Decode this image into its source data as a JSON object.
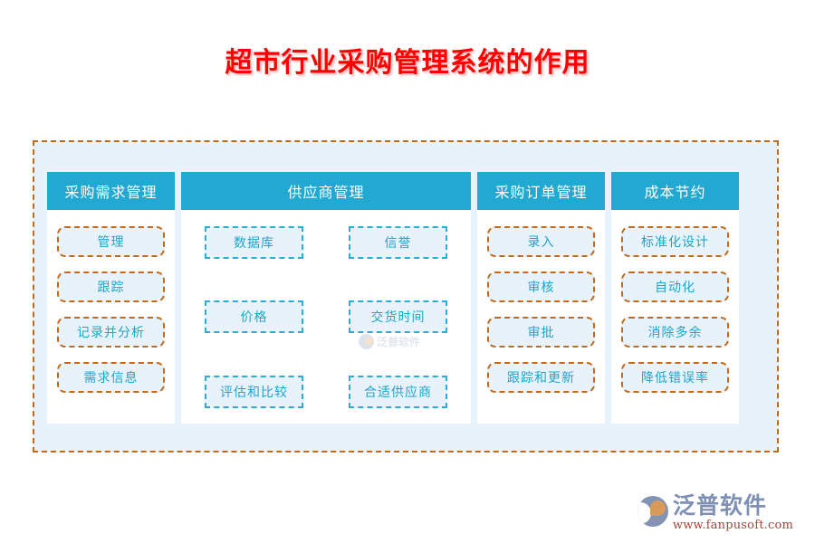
{
  "page": {
    "title": "超市行业采购管理系统的作用",
    "title_color": "#FF0000",
    "background": "#FFFFFF"
  },
  "theme": {
    "header_blue": "#21A9D1",
    "item_fill": "#E7F2FB",
    "item_text": "#1FA5CE",
    "orange_dash": "#C2691A",
    "blue_dash": "#2BADD6",
    "frame_fill": "#E7F2FB"
  },
  "diagram": {
    "panels": [
      {
        "header": "采购需求管理",
        "style": "orange",
        "items": [
          "管理",
          "跟踪",
          "记录并分析",
          "需求信息"
        ]
      },
      {
        "header": "供应商管理",
        "style": "blue",
        "items": [
          "数据库",
          "信誉",
          "价格",
          "交货时间",
          "评估和比较",
          "合适供应商"
        ]
      },
      {
        "header": "采购订单管理",
        "style": "orange",
        "items": [
          "录入",
          "审核",
          "审批",
          "跟踪和更新"
        ]
      },
      {
        "header": "成本节约",
        "style": "orange",
        "items": [
          "标准化设计",
          "自动化",
          "消除多余",
          "降低错误率"
        ]
      }
    ]
  },
  "watermark": {
    "text": "泛普软件"
  },
  "brand": {
    "name": "泛普软件",
    "url": "www.fanpusoft.com"
  }
}
